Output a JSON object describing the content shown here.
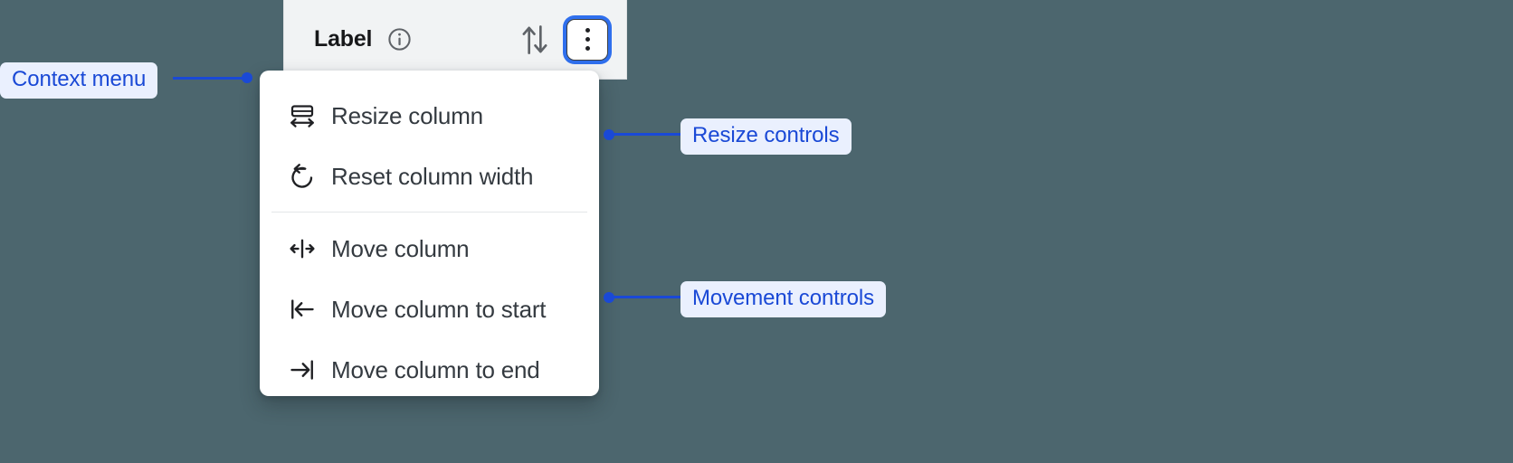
{
  "background_color": "#4c666e",
  "accent_color": "#1a49d6",
  "focus_ring_color": "#2f6fed",
  "column_header": {
    "title": "Label",
    "info_icon": "info-circle-icon",
    "sort_icon": "sort-arrows-icon",
    "menu_button_icon": "kebab-menu-icon"
  },
  "context_menu": {
    "groups": [
      {
        "name": "resize",
        "items": [
          {
            "icon": "resize-column-icon",
            "label": "Resize column"
          },
          {
            "icon": "reset-width-icon",
            "label": "Reset column width"
          }
        ]
      },
      {
        "name": "movement",
        "items": [
          {
            "icon": "move-column-icon",
            "label": "Move column"
          },
          {
            "icon": "move-to-start-icon",
            "label": "Move column to start"
          },
          {
            "icon": "move-to-end-icon",
            "label": "Move column to end"
          }
        ]
      }
    ]
  },
  "annotations": [
    {
      "name": "context-menu",
      "label": "Context menu"
    },
    {
      "name": "resize-controls",
      "label": "Resize controls"
    },
    {
      "name": "movement-controls",
      "label": "Movement controls"
    }
  ]
}
